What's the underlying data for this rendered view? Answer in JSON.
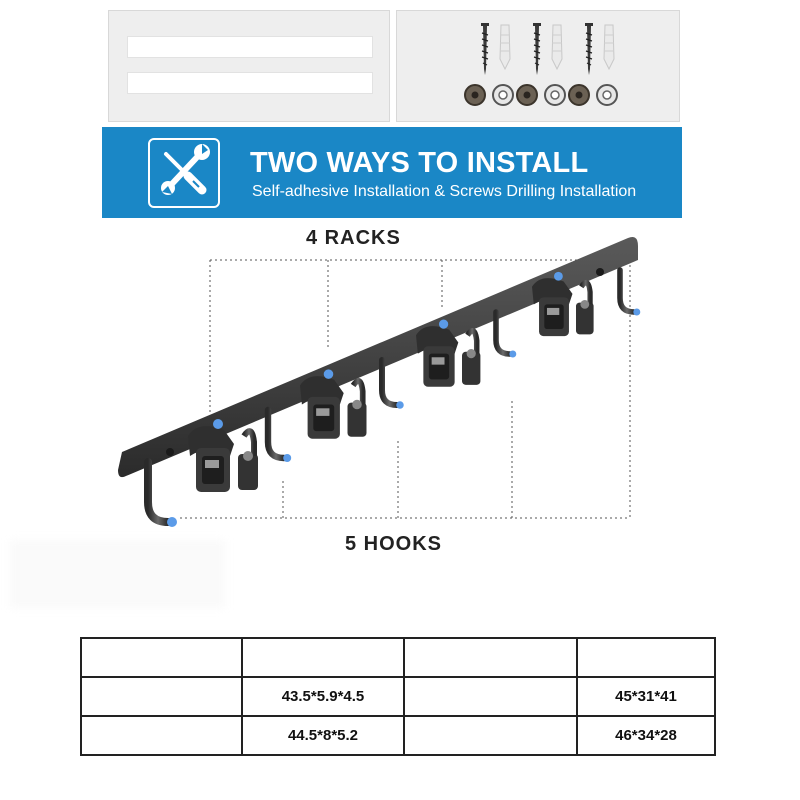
{
  "banner": {
    "title": "TWO WAYS TO INSTALL",
    "subtitle": "Self-adhesive Installation & Screws Drilling Installation",
    "icon": "tools-icon",
    "color": "#1a87c6"
  },
  "panels": {
    "left_icon": "adhesive-strip-icon",
    "right_icon": "screws-and-anchors-icon"
  },
  "labels": {
    "racks": "4 RACKS",
    "hooks": "5 HOOKS"
  },
  "product": {
    "rack_count": 4,
    "hook_count": 5,
    "accent_color": "#5b9be8"
  },
  "table": {
    "rows": [
      [
        "",
        "",
        "",
        ""
      ],
      [
        "",
        "43.5*5.9*4.5",
        "",
        "45*31*41"
      ],
      [
        "",
        "44.5*8*5.2",
        "",
        "46*34*28"
      ]
    ]
  }
}
